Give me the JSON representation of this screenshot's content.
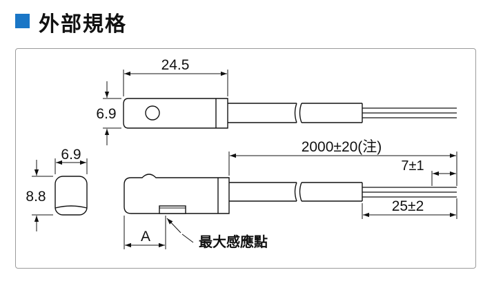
{
  "header": {
    "title": "外部規格",
    "accent_color": "#1a76c6"
  },
  "dimensions": {
    "top_length": "24.5",
    "top_height": "6.9",
    "end_width": "6.9",
    "end_height": "8.8",
    "cable_length": "2000±20(注)",
    "strip_length": "7±1",
    "sheath_length": "25±2",
    "sensor_offset": "A"
  },
  "callout": {
    "sensing_point": "最大感應點"
  }
}
